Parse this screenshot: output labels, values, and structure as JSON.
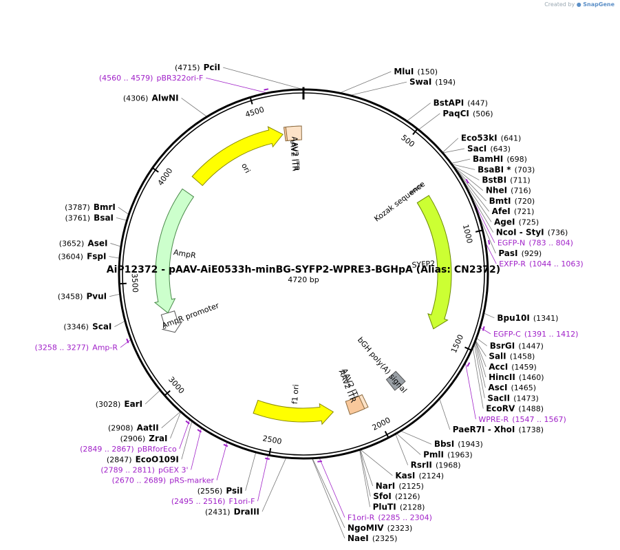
{
  "watermark": {
    "prefix": "Created by",
    "brand": "SnapGene"
  },
  "plasmid": {
    "name": "AiP12372 - pAAV-AiE0533h-minBG-SYFP2-WPRE3-BGHpA (Alias: CN2372)",
    "length_label": "4720 bp",
    "length": 4720
  },
  "ticks": [
    "500",
    "1000",
    "1500",
    "2000",
    "2500",
    "3000",
    "3500",
    "4000",
    "4500"
  ],
  "features": [
    {
      "label": "ori",
      "start": 4080,
      "end": 4610,
      "dir": 1,
      "color": "#ffff00",
      "stroke": "#8a8a00",
      "type": "arrow"
    },
    {
      "label": "AAV2 ITR",
      "start": 4620,
      "end": 4700,
      "dir": 0,
      "color": "#f9c89b",
      "stroke": "#8a6a40",
      "type": "box"
    },
    {
      "label": "AAV2 ITR",
      "start": 4630,
      "end": 4710,
      "dir": 0,
      "color": "#fde3c8",
      "stroke": "#8a6a40",
      "type": "box"
    },
    {
      "label": "Kozak sequence",
      "start": 690,
      "end": 700,
      "dir": 0,
      "color": "#b0b0b0",
      "stroke": "#555555",
      "type": "box"
    },
    {
      "label": "SYFP2",
      "start": 760,
      "end": 1480,
      "dir": 1,
      "color": "#ccff33",
      "stroke": "#6a8a00",
      "type": "arrow"
    },
    {
      "label": "bGH poly(A) signal",
      "start": 1790,
      "end": 1860,
      "dir": 0,
      "color": "#9aa0a6",
      "stroke": "#555555",
      "type": "box"
    },
    {
      "label": "AAV2 ITR",
      "start": 2020,
      "end": 2095,
      "dir": 0,
      "color": "#fde3c8",
      "stroke": "#8a6a40",
      "type": "box"
    },
    {
      "label": "AAV2 ITR",
      "start": 2040,
      "end": 2120,
      "dir": 0,
      "color": "#f9c89b",
      "stroke": "#8a6a40",
      "type": "box"
    },
    {
      "label": "f1 ori",
      "start": 2200,
      "end": 2620,
      "dir": -1,
      "color": "#ffff00",
      "stroke": "#8a8a00",
      "type": "arrow"
    },
    {
      "label": "AmpR promoter",
      "start": 3220,
      "end": 3330,
      "dir": -1,
      "color": "#ffffff",
      "stroke": "#555555",
      "type": "arrow"
    },
    {
      "label": "AmpR",
      "start": 3330,
      "end": 4000,
      "dir": -1,
      "color": "#ccffcc",
      "stroke": "#4a8a4a",
      "type": "arrow"
    }
  ],
  "sites": [
    {
      "name": "PciI",
      "pos": "(4715)",
      "bp": 4715
    },
    {
      "name": "MluI",
      "pos": "(150)",
      "bp": 150
    },
    {
      "name": "SwaI",
      "pos": "(194)",
      "bp": 194
    },
    {
      "name": "BstAPI",
      "pos": "(447)",
      "bp": 447
    },
    {
      "name": "PaqCI",
      "pos": "(506)",
      "bp": 506
    },
    {
      "name": "Eco53kI",
      "pos": "(641)",
      "bp": 641
    },
    {
      "name": "SacI",
      "pos": "(643)",
      "bp": 643
    },
    {
      "name": "BamHI",
      "pos": "(698)",
      "bp": 698
    },
    {
      "name": "BsaBI *",
      "pos": "(703)",
      "bp": 703
    },
    {
      "name": "BstBI",
      "pos": "(711)",
      "bp": 711
    },
    {
      "name": "NheI",
      "pos": "(716)",
      "bp": 716
    },
    {
      "name": "BmtI",
      "pos": "(720)",
      "bp": 720
    },
    {
      "name": "AfeI",
      "pos": "(721)",
      "bp": 721
    },
    {
      "name": "AgeI",
      "pos": "(725)",
      "bp": 725
    },
    {
      "name": "NcoI  - StyI",
      "pos": "(736)",
      "bp": 736
    },
    {
      "name": "PasI",
      "pos": "(929)",
      "bp": 929
    },
    {
      "name": "Bpu10I",
      "pos": "(1341)",
      "bp": 1341
    },
    {
      "name": "BsrGI",
      "pos": "(1447)",
      "bp": 1447
    },
    {
      "name": "SalI",
      "pos": "(1458)",
      "bp": 1458
    },
    {
      "name": "AccI",
      "pos": "(1459)",
      "bp": 1459
    },
    {
      "name": "HincII",
      "pos": "(1460)",
      "bp": 1460
    },
    {
      "name": "AscI",
      "pos": "(1465)",
      "bp": 1465
    },
    {
      "name": "SacII",
      "pos": "(1473)",
      "bp": 1473
    },
    {
      "name": "EcoRV",
      "pos": "(1488)",
      "bp": 1488
    },
    {
      "name": "PaeR7I  - XhoI",
      "pos": "(1738)",
      "bp": 1738
    },
    {
      "name": "BbsI",
      "pos": "(1943)",
      "bp": 1943
    },
    {
      "name": "PmlI",
      "pos": "(1963)",
      "bp": 1963
    },
    {
      "name": "RsrII",
      "pos": "(1968)",
      "bp": 1968
    },
    {
      "name": "KasI",
      "pos": "(2124)",
      "bp": 2124
    },
    {
      "name": "NarI",
      "pos": "(2125)",
      "bp": 2125
    },
    {
      "name": "SfoI",
      "pos": "(2126)",
      "bp": 2126
    },
    {
      "name": "PluTI",
      "pos": "(2128)",
      "bp": 2128
    },
    {
      "name": "NgoMIV",
      "pos": "(2323)",
      "bp": 2323
    },
    {
      "name": "NaeI",
      "pos": "(2325)",
      "bp": 2325
    },
    {
      "name": "DraIII",
      "pos": "(2431)",
      "bp": 2431
    },
    {
      "name": "PsiI",
      "pos": "(2556)",
      "bp": 2556
    },
    {
      "name": "EcoO109I",
      "pos": "(2847)",
      "bp": 2847
    },
    {
      "name": "ZraI",
      "pos": "(2906)",
      "bp": 2906
    },
    {
      "name": "AatII",
      "pos": "(2908)",
      "bp": 2908
    },
    {
      "name": "EarI",
      "pos": "(3028)",
      "bp": 3028
    },
    {
      "name": "ScaI",
      "pos": "(3346)",
      "bp": 3346
    },
    {
      "name": "PvuI",
      "pos": "(3458)",
      "bp": 3458
    },
    {
      "name": "FspI",
      "pos": "(3604)",
      "bp": 3604
    },
    {
      "name": "AseI",
      "pos": "(3652)",
      "bp": 3652
    },
    {
      "name": "BsaI",
      "pos": "(3761)",
      "bp": 3761
    },
    {
      "name": "BmrI",
      "pos": "(3787)",
      "bp": 3787
    },
    {
      "name": "AlwNI",
      "pos": "(4306)",
      "bp": 4306
    }
  ],
  "primers": [
    {
      "name": "pBR322ori-F",
      "range": "(4560 .. 4579)",
      "bp": 4570
    },
    {
      "name": "EGFP-N",
      "range": "(783 .. 804)",
      "bp": 793
    },
    {
      "name": "EXFP-R",
      "range": "(1044 .. 1063)",
      "bp": 1053
    },
    {
      "name": "EGFP-C",
      "range": "(1391 .. 1412)",
      "bp": 1401
    },
    {
      "name": "WPRE-R",
      "range": "(1547 .. 1567)",
      "bp": 1557
    },
    {
      "name": "F1ori-R",
      "range": "(2285 .. 2304)",
      "bp": 2295
    },
    {
      "name": "F1ori-F",
      "range": "(2495 .. 2516)",
      "bp": 2505
    },
    {
      "name": "pRS-marker",
      "range": "(2670 .. 2689)",
      "bp": 2680
    },
    {
      "name": "pGEX 3'",
      "range": "(2789 .. 2811)",
      "bp": 2800
    },
    {
      "name": "pBRforEco",
      "range": "(2849 .. 2867)",
      "bp": 2858
    },
    {
      "name": "Amp-R",
      "range": "(3258 .. 3277)",
      "bp": 3267
    }
  ]
}
